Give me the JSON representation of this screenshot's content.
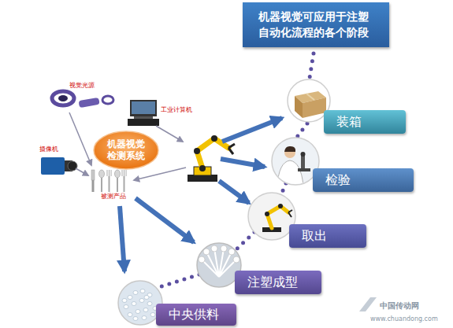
{
  "diagram": {
    "title": "机器视觉可应用于注塑 自动化流程的各个阶段",
    "nodes": [
      {
        "text": [
          "机器视觉检测系统"
        ]
      },
      {
        "text": [
          "装箱"
        ]
      },
      {
        "text": [
          "检验"
        ]
      },
      {
        "text": [
          "取出"
        ]
      },
      {
        "text": [
          "注塑成型"
        ]
      },
      {
        "text": [
          "中央供料"
        ]
      }
    ],
    "labels": [
      "视觉光源",
      "工业计算机",
      "摄像机",
      "被测产品",
      "中国传动网",
      "www.chuandong.com"
    ]
  }
}
